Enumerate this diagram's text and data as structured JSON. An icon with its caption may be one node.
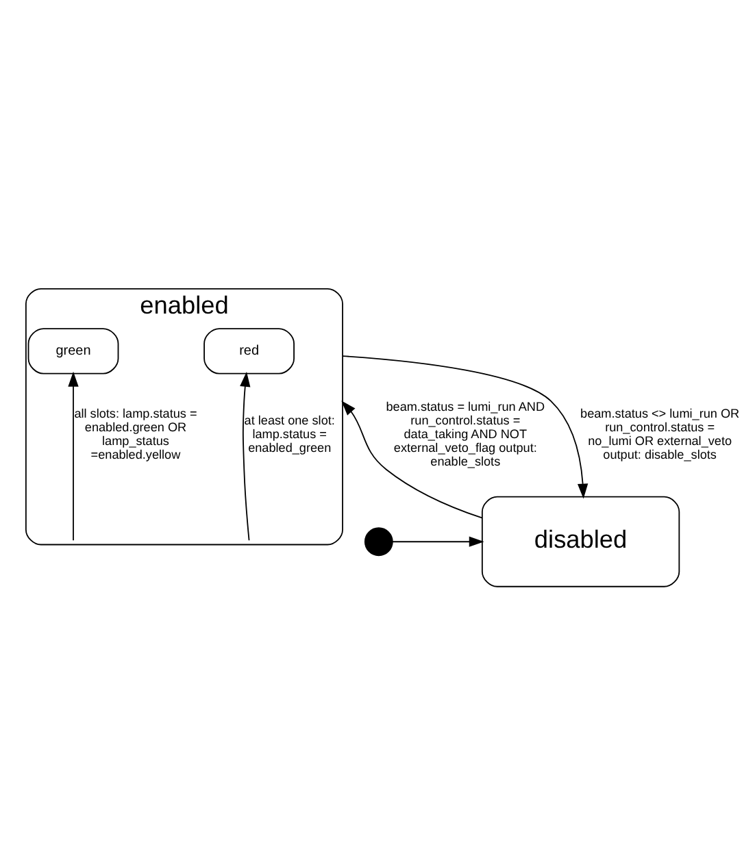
{
  "diagram": {
    "nodes": [
      {
        "text": [
          "enabled"
        ]
      },
      {
        "text": [
          "red"
        ],
        "in": 0
      },
      {
        "text": [
          "green"
        ],
        "in": 0
      },
      {
        "text": [
          "disabled"
        ]
      },
      {
        "text": [],
        "shape": "circle"
      }
    ],
    "edges": [
      {
        "from": 0,
        "to": 1,
        "arrow": "to",
        "label": "at least one slot: lamp.status = enabled_green"
      },
      {
        "from": 0,
        "to": 2,
        "arrow": "to",
        "label": "all slots: lamp.status = enabled.green OR lamp_status =enabled.yellow"
      },
      {
        "from": 3,
        "to": 0,
        "arrow": "to",
        "label": "beam.status = lumi_run AND run_control.status = data_taking AND NOT external_veto_flag output: enable_slots"
      },
      {
        "from": 0,
        "to": 3,
        "arrow": "to",
        "label": "beam.status <> lumi_run OR run_control.status = no_lumi OR external_veto output: disable_slots"
      },
      {
        "from": 4,
        "to": 3,
        "arrow": "to"
      }
    ]
  }
}
